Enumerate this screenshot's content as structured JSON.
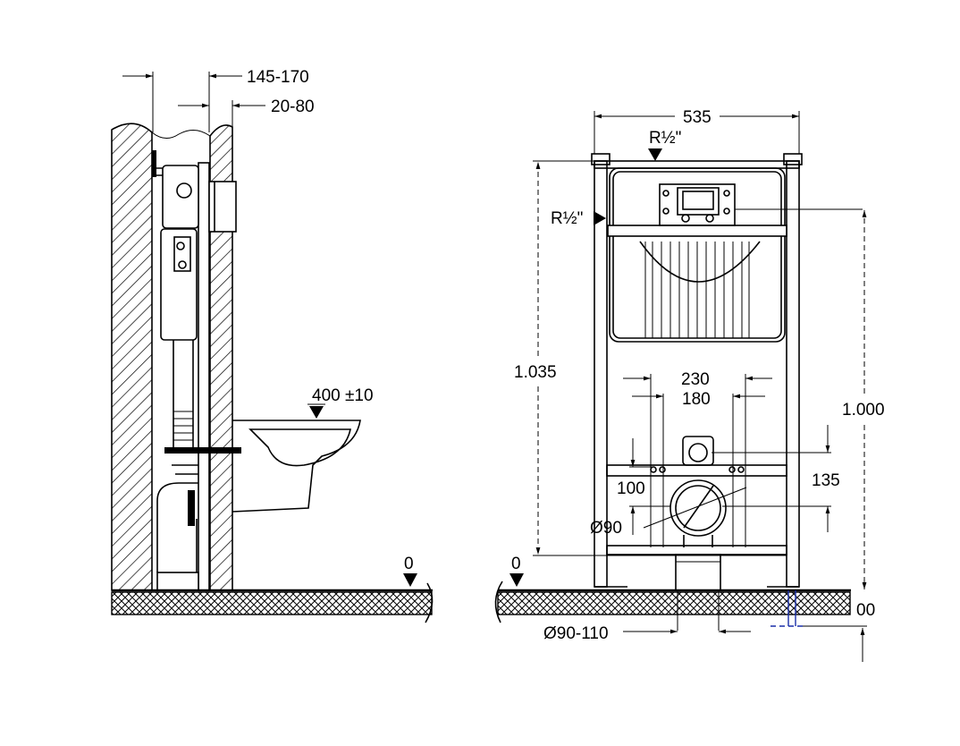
{
  "side_view": {
    "dim_wall_depth": "145-170",
    "dim_frame_offset": "20-80",
    "dim_bowl_height": "400 ±10",
    "floor_level": "0"
  },
  "front_view": {
    "dim_width": "535",
    "connection_top": "R½\"",
    "connection_side": "R½\"",
    "dim_height_total": "1.035",
    "dim_height_flush": "1.000",
    "dim_bolt_spacing_outer": "230",
    "dim_bolt_spacing_inner": "180",
    "dim_bolt_height": "135",
    "dim_inlet_offset": "100",
    "dim_drain_diameter": "Ø90",
    "dim_outlet_diameter": "Ø90-110",
    "floor_level": "0",
    "dim_floor_depth": "00"
  }
}
